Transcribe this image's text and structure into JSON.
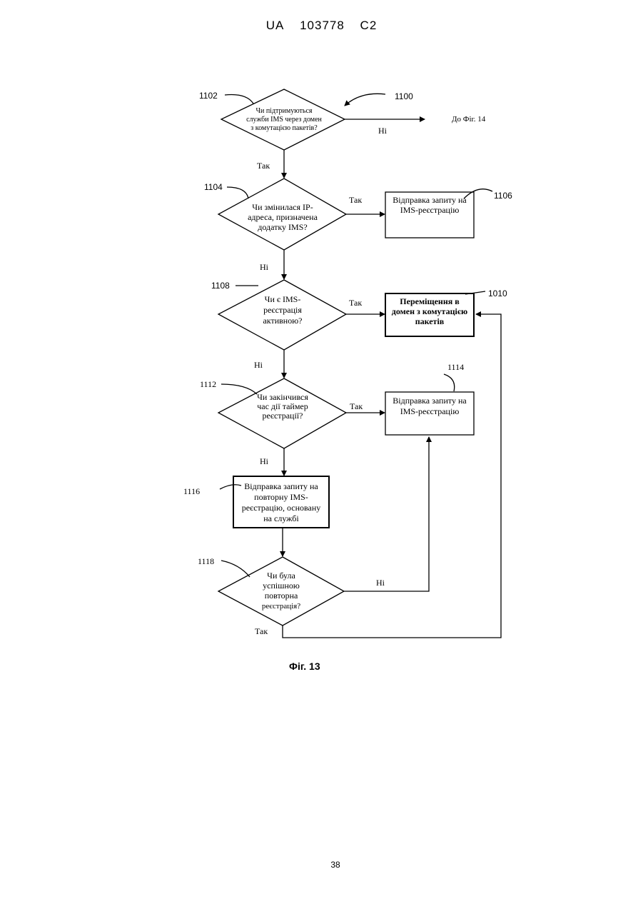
{
  "header": {
    "country": "UA",
    "number": "103778",
    "kind": "C2"
  },
  "page_number": "38",
  "figure_caption": "Фіг. 13",
  "diagram": {
    "ref_main": "1100",
    "to_fig": "До Фіг. 14",
    "d1102": {
      "ref": "1102",
      "lines": [
        "Чи підтримуються",
        "служби IMS через домен",
        "з комутацією пакетів?"
      ],
      "no": "Ні",
      "yes": "Так"
    },
    "d1104": {
      "ref": "1104",
      "lines": [
        "Чи змінилася IP-",
        "адреса, призначена",
        "додатку IMS?"
      ],
      "yes": "Так",
      "no": "Ні"
    },
    "b1106": {
      "ref": "1106",
      "lines": [
        "Відправка запиту на",
        "IMS-реєстрацію"
      ]
    },
    "d1108": {
      "ref": "1108",
      "lines": [
        "Чи є IMS-",
        "реєстрація",
        "активною?"
      ],
      "yes": "Так",
      "no": "Ні"
    },
    "b1010": {
      "ref": "1010",
      "lines": [
        "Переміщення в",
        "домен з комутацією",
        "пакетів"
      ]
    },
    "d1112": {
      "ref": "1112",
      "lines": [
        "Чи закінчився",
        "час дії таймер",
        "реєстрації?"
      ],
      "yes": "Так",
      "no": "Ні"
    },
    "b1114": {
      "ref": "1114",
      "lines": [
        "Відправка запиту на",
        "IMS-реєстрацію"
      ]
    },
    "b1116": {
      "ref": "1116",
      "lines": [
        "Відправка запиту на",
        "повторну IMS-",
        "реєстрацію, основану",
        "на службі"
      ]
    },
    "d1118": {
      "ref": "1118",
      "lines": [
        "Чи була",
        "успішною",
        "повторна",
        "реєстрація?"
      ],
      "no": "Ні",
      "yes": "Так"
    }
  }
}
